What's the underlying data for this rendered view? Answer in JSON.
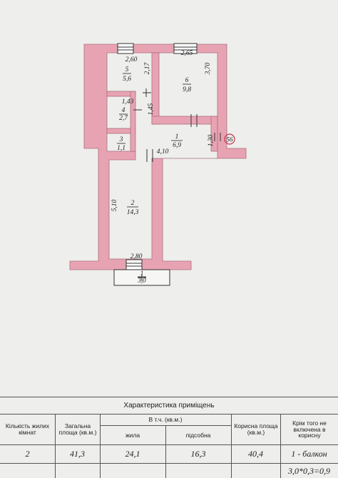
{
  "plan": {
    "colors": {
      "wall": "#e8a3b2",
      "wall_edge": "#a86f7e",
      "line": "#333333",
      "badge": "#c9334a"
    },
    "dimensions": {
      "room5_width": "2,60",
      "room6_width": "2,65",
      "room5_height": "2,17",
      "room6_height": "3,70",
      "room4_width": "1,43",
      "room4_height": "1,45",
      "corridor_width": "4,10",
      "corridor_height": "1,30",
      "room2_height": "5,10",
      "room2_width": "2,80"
    },
    "rooms": [
      {
        "number": "5",
        "area": "5,6"
      },
      {
        "number": "6",
        "area": "9,8"
      },
      {
        "number": "4",
        "area": "2,7"
      },
      {
        "number": "3",
        "area": "1,1"
      },
      {
        "number": "1",
        "area": "6,9"
      },
      {
        "number": "2",
        "area": "14,3"
      },
      {
        "number": "1",
        "area": "3,0"
      }
    ],
    "badge": "56"
  },
  "table": {
    "title": "Характеристика приміщень",
    "headers": {
      "rooms_count": "Кількість жилих кімнат",
      "total_area": "Загальна площа (кв.м.)",
      "including": "В т.ч. (кв.м.)",
      "living": "жила",
      "auxiliary": "підсобна",
      "useful_area": "Корисна площа (кв.м.)",
      "excluded": "Крім того не включена в корисну"
    },
    "values": {
      "rooms_count": "2",
      "total_area": "41,3",
      "living": "24,1",
      "auxiliary": "16,3",
      "useful_area": "40,4",
      "excluded_line1": "1 - балкон",
      "excluded_line2": "3,0*0,3=0,9"
    }
  }
}
